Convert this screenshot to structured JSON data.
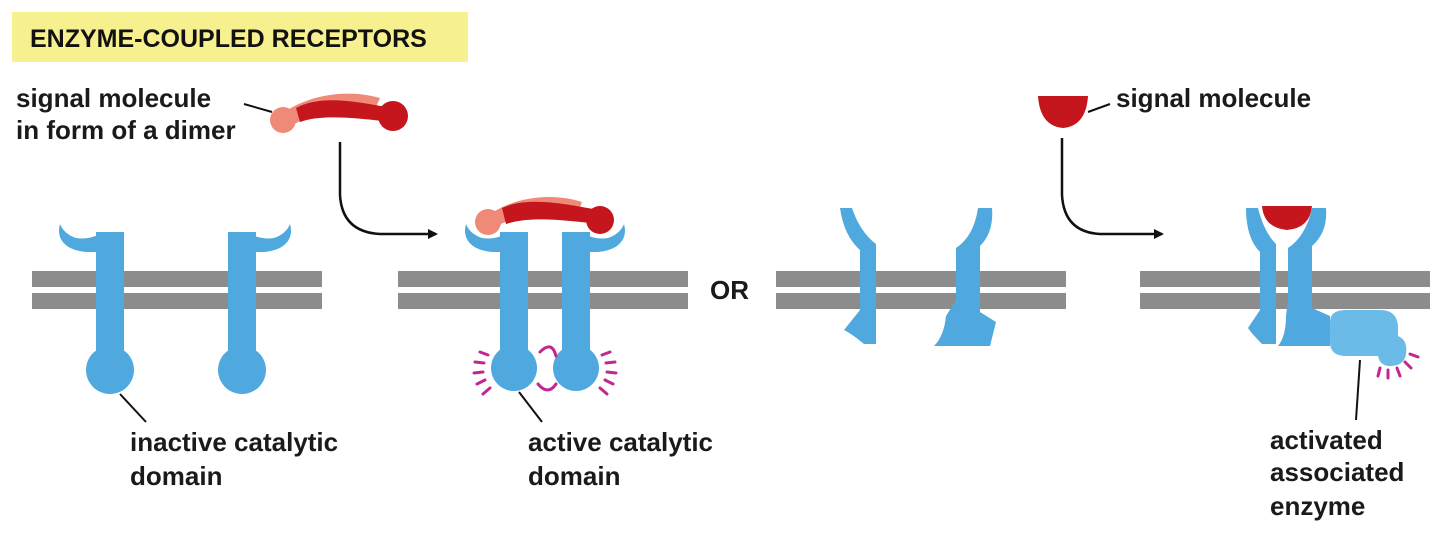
{
  "title": "ENZYME-COUPLED RECEPTORS",
  "separator": "OR",
  "left_panel": {
    "signal_label": [
      "signal molecule",
      "in form of a dimer"
    ],
    "inactive_label": [
      "inactive catalytic",
      "domain"
    ],
    "active_label": [
      "active catalytic",
      "domain"
    ]
  },
  "right_panel": {
    "signal_label": [
      "signal molecule"
    ],
    "enzyme_label": [
      "activated",
      "associated",
      "enzyme"
    ]
  },
  "colors": {
    "title_bg": "#f7f08f",
    "membrane": "#8c8c8c",
    "receptor": "#4fa9de",
    "receptor_light": "#6bbbe8",
    "signal_dark": "#c4161c",
    "signal_light": "#f08a78",
    "activation_marks": "#c0288f",
    "text": "#1a1a1a"
  }
}
